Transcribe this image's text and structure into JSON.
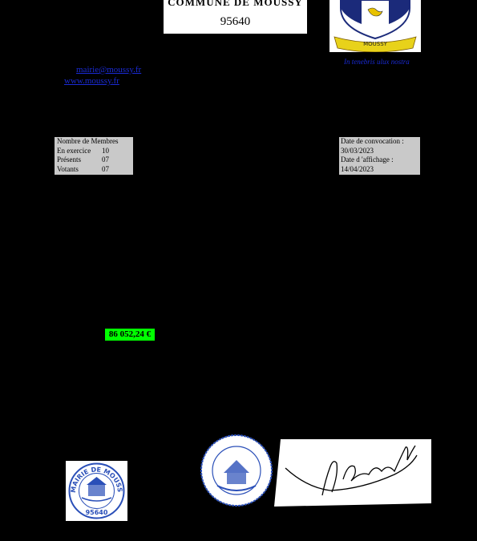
{
  "header": {
    "commune": "COMMUNE DE MOUSSY",
    "postcode": "95640"
  },
  "crest": {
    "banner_text": "MOUSSY",
    "motto": "In tenebris ulux nostra"
  },
  "contact": {
    "email": "mairie@moussy.fr",
    "website": "www.moussy.fr"
  },
  "members": {
    "title": "Nombre de Membres",
    "rows": [
      {
        "label": "En exercice",
        "value": "10"
      },
      {
        "label": "Présents",
        "value": "07"
      },
      {
        "label": "Votants",
        "value": "07"
      }
    ]
  },
  "dates": {
    "convocation_label": "Date de convocation :",
    "convocation_value": "30/03/2023",
    "affichage_label": "Date d 'affichage :",
    "affichage_value": "14/04/2023"
  },
  "amount": "86 052,24 €",
  "seal": {
    "ring_text": "MAIRIE DE MOUSSY",
    "postcode": "95640"
  },
  "colors": {
    "background": "#000000",
    "link": "#1a2bd6",
    "highlight": "#00ff00",
    "box_grey": "#c9c9c9",
    "stamp_blue": "#2a4fb8"
  }
}
